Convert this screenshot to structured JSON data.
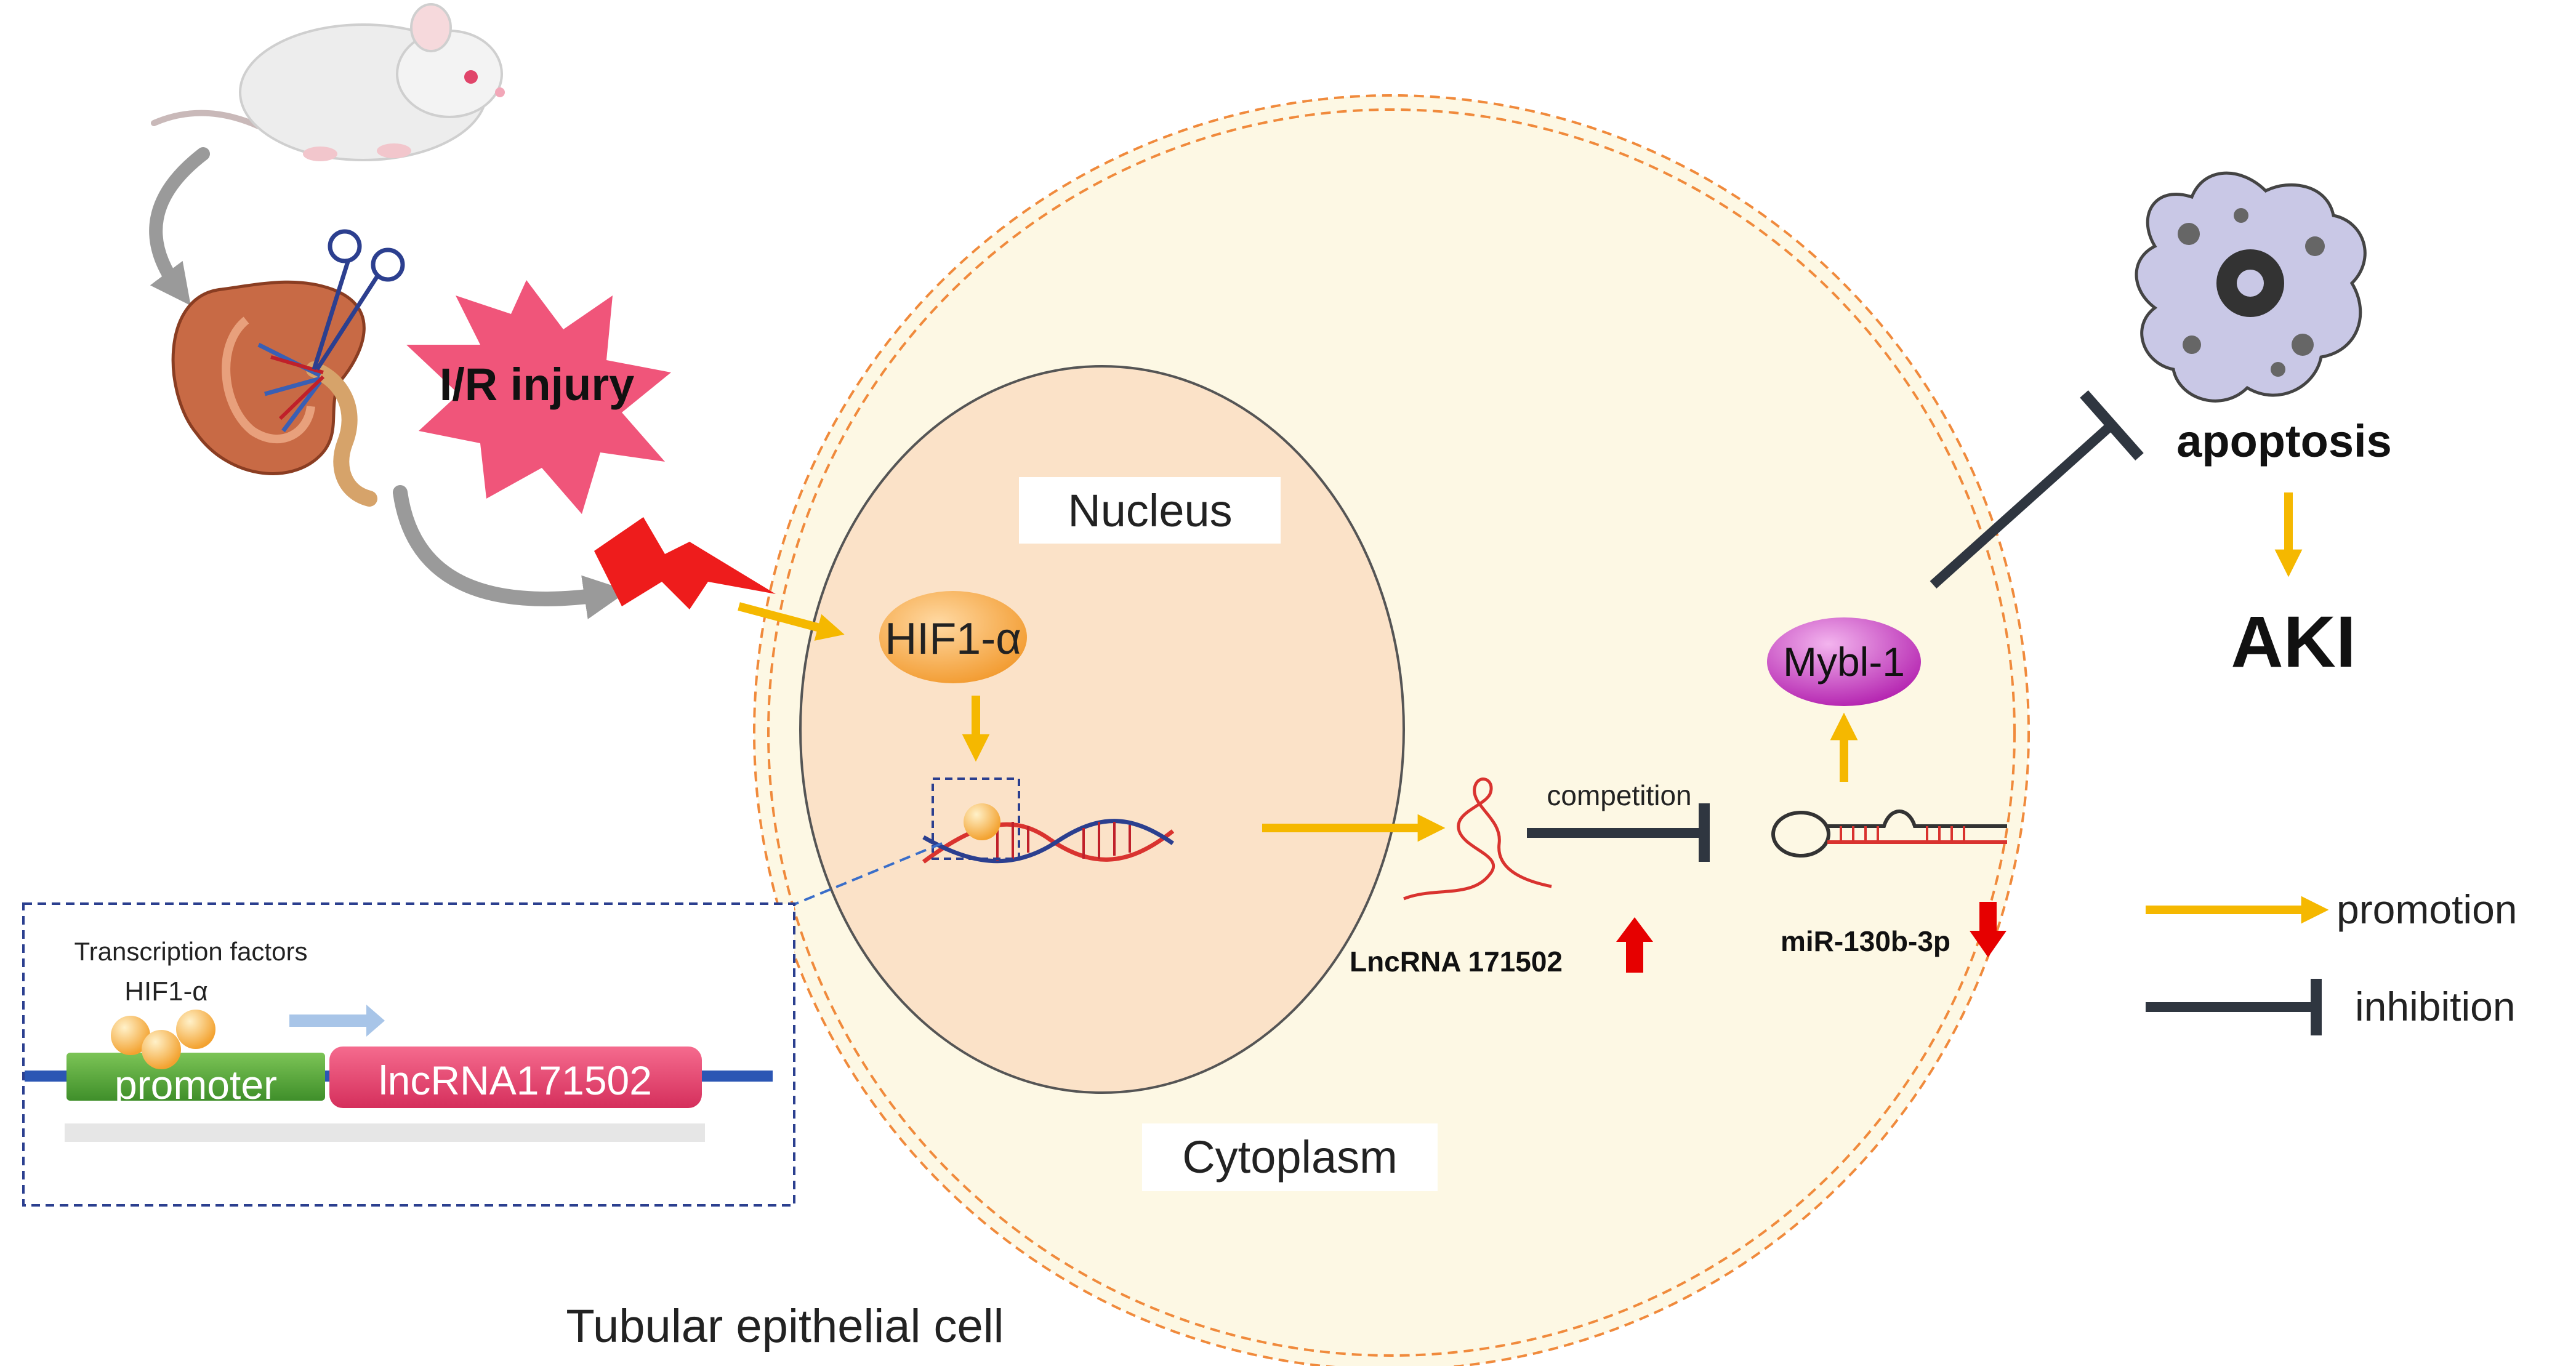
{
  "labels": {
    "injury": "I/R injury",
    "nucleus": "Nucleus",
    "cytoplasm": "Cytoplasm",
    "cell": "Tubular epithelial cell",
    "hif": "HIF1-α",
    "tf_title": "Transcription factors",
    "tf_hif": "HIF1-α",
    "promoter": "promoter",
    "gene": "lncRNA171502",
    "competition": "competition",
    "lncrna": "LncRNA 171502",
    "mirna": "miR-130b-3p",
    "mybl": "Mybl-1",
    "apoptosis": "apoptosis",
    "aki": "AKI"
  },
  "legend": {
    "promotion": "promotion",
    "inhibition": "inhibition"
  },
  "colors": {
    "promotion_arrow": "#f5b800",
    "inhibition_bar": "#2f3640",
    "up_down_arrow": "#e60000",
    "cell_fill": "#fdf8e4",
    "cell_border": "#f08a3c",
    "nucleus_fill": "#fbe2c8",
    "injury_star": "#f0557a",
    "hif_node": "#f5a43a",
    "mybl_node": "#c62fc0",
    "gene_box": "#e8406e",
    "promoter_box": "#5aa83a",
    "dna_red": "#d9332f",
    "dna_blue": "#2b3f8f"
  },
  "icons": [
    "mouse-icon",
    "kidney-icon",
    "scissors-icon",
    "lightning-icon",
    "dna-icon",
    "rna-icon",
    "hairpin-rna-icon",
    "apoptotic-cell-icon"
  ]
}
